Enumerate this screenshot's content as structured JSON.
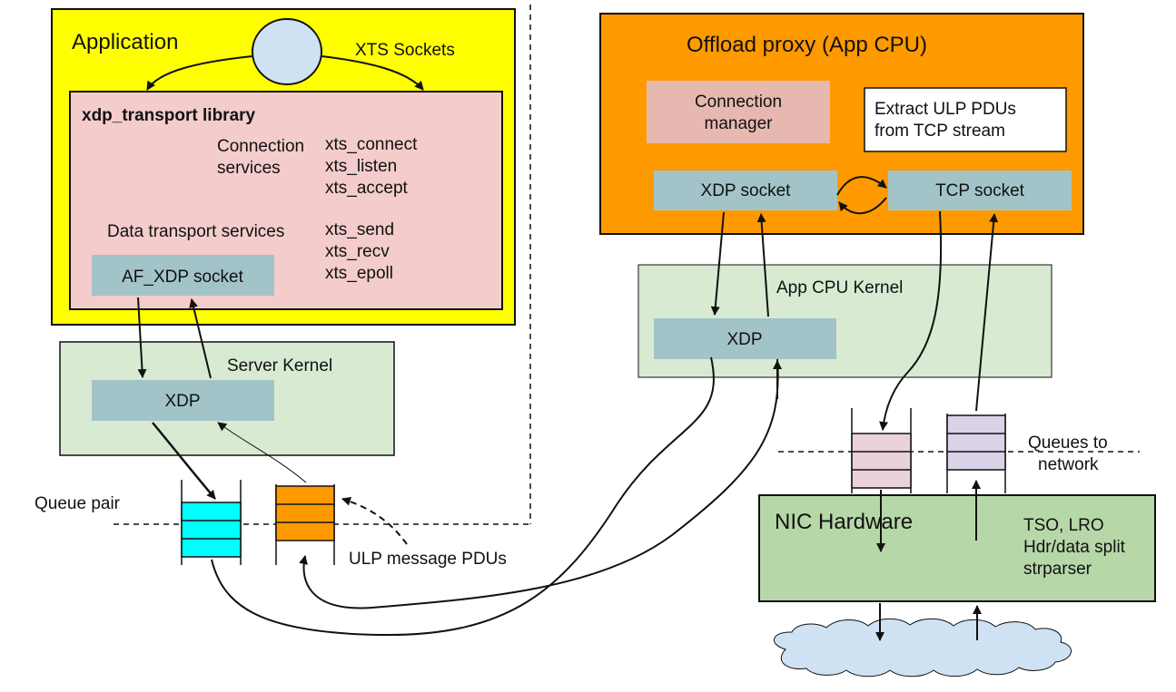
{
  "application": {
    "title": "Application",
    "sockets_label": "XTS Sockets",
    "library": {
      "title": "xdp_transport library",
      "connection_services": [
        "Connection",
        "services"
      ],
      "connection_calls": [
        "xts_connect",
        "xts_listen",
        "xts_accept"
      ],
      "data_transport_services": "Data transport services",
      "data_calls": [
        "xts_send",
        "xts_recv",
        "xts_epoll"
      ],
      "af_xdp_socket": "AF_XDP socket"
    }
  },
  "server_kernel": {
    "title": "Server Kernel",
    "xdp": "XDP"
  },
  "queue_pair_label": "Queue pair",
  "ulp_pdus_label": "ULP message PDUs",
  "offload_proxy": {
    "title": "Offload proxy (App CPU)",
    "connection_manager": [
      "Connection",
      "manager"
    ],
    "extract_note": [
      "Extract ULP PDUs",
      "from TCP stream"
    ],
    "xdp_socket": "XDP socket",
    "tcp_socket": "TCP socket"
  },
  "app_cpu_kernel": {
    "title": "App CPU Kernel",
    "xdp": "XDP"
  },
  "queues_to_network": [
    "Queues to",
    "network"
  ],
  "nic_hardware": {
    "title": "NIC Hardware",
    "features": [
      "TSO, LRO",
      "Hdr/data split",
      "strparser"
    ]
  },
  "colors": {
    "application_bg": "#ffff00",
    "library_bg": "#f4cccc",
    "socket_bg": "#a2c4c9",
    "kernel_bg": "#d9ead3",
    "offload_bg": "#ff9900",
    "connection_manager_bg": "#e6b8af",
    "nic_bg": "#b6d7a8",
    "cloud_bg": "#cfe2f3",
    "queue_cyan": "#00ffff",
    "queue_orange": "#ff9900",
    "queue_pink": "#ead1dc",
    "queue_lavender": "#d9d2e9"
  }
}
